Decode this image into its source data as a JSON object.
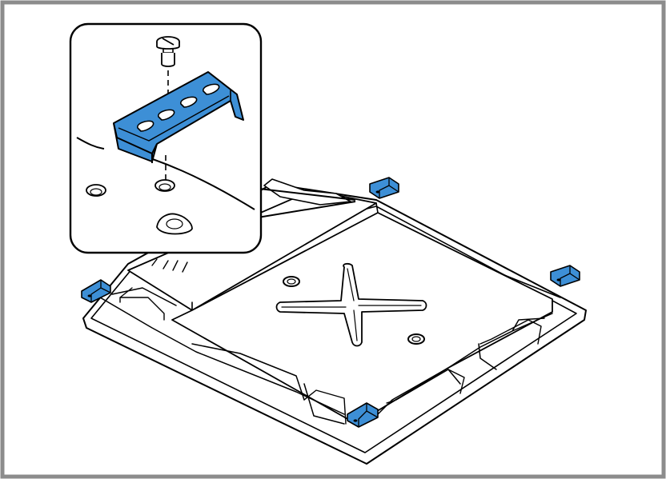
{
  "figure": {
    "frame_color": "#8c8c8c",
    "line_color": "#000000",
    "highlight_color": "#3d8fd6",
    "highlight_dark": "#1f5f99",
    "components": [
      {
        "id": "hob",
        "icon": "hob-underside"
      },
      {
        "id": "bracket",
        "icon": "fixing-bracket",
        "count_visible": 4
      },
      {
        "id": "screw",
        "icon": "fixing-screw"
      },
      {
        "id": "detail",
        "icon": "magnifier-callout"
      }
    ]
  }
}
